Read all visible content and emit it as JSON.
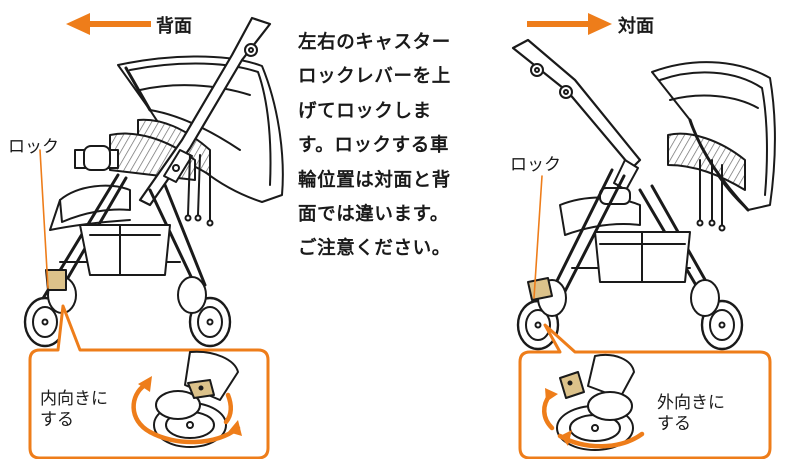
{
  "labels": {
    "back_facing": "背面",
    "front_facing": "対面",
    "lock_left": "ロック",
    "lock_right": "ロック"
  },
  "instruction": {
    "lines": [
      "左右のキャスター",
      "ロックレバーを上",
      "げてロックしま",
      "す。ロックする車",
      "輪位置は対面と背",
      "面では違います。",
      "ご注意ください。"
    ]
  },
  "callouts": {
    "left": {
      "line1": "内向きに",
      "line2": "する"
    },
    "right": {
      "line1": "外向きに",
      "line2": "する"
    }
  },
  "colors": {
    "accent_orange": "#ee7d1a",
    "line": "#1a1a1a",
    "tan": "#dcc28a"
  }
}
